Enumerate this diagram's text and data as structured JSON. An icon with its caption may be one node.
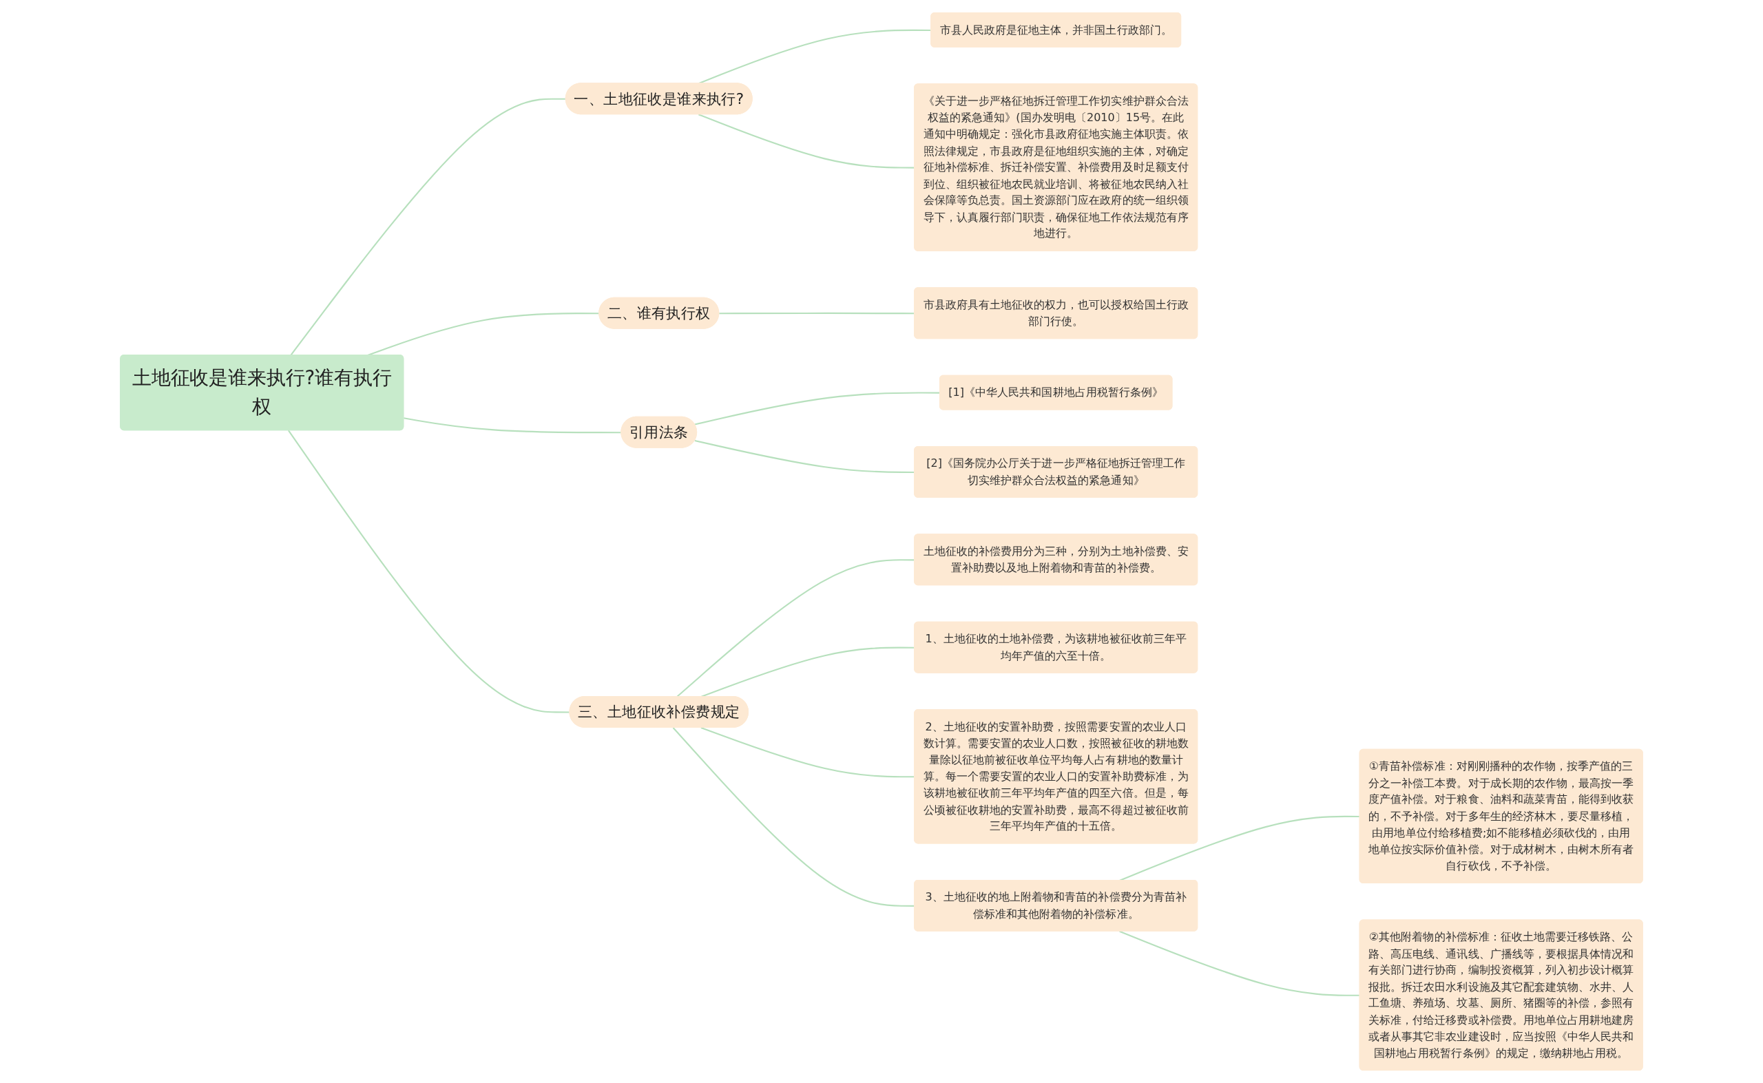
{
  "diagram": {
    "nodes": [
      {
        "text": [
          "土地征收是谁来执行?谁有执行权"
        ]
      },
      {
        "text": [
          "一、土地征收是谁来执行?"
        ]
      },
      {
        "text": [
          "市县人民政府是征地主体，并非国土行政部门。"
        ]
      },
      {
        "text": [
          "《关于进一步严格征地拆迁管理工作切实维护群众合法权益的紧急通知》(国办发明电〔2010〕15号。在此通知中明确规定：强化市县政府征地实施主体职责。依照法律规定，市县政府是征地组织实施的主体，对确定征地补偿标准、拆迁补偿安置、补偿费用及时足额支付到位、组织被征地农民就业培训、将被征地农民纳入社会保障等负总责。国土资源部门应在政府的统一组织领导下，认真履行部门职责，确保征地工作依法规范有序地进行。"
        ]
      },
      {
        "text": [
          "二、谁有执行权"
        ]
      },
      {
        "text": [
          "市县政府具有土地征收的权力，也可以授权给国土行政部门行使。"
        ]
      },
      {
        "text": [
          "引用法条"
        ]
      },
      {
        "text": [
          "[1]《中华人民共和国耕地占用税暂行条例》"
        ]
      },
      {
        "text": [
          "[2]《国务院办公厅关于进一步严格征地拆迁管理工作切实维护群众合法权益的紧急通知》"
        ]
      },
      {
        "text": [
          "三、土地征收补偿费规定"
        ]
      },
      {
        "text": [
          "土地征收的补偿费用分为三种，分别为土地补偿费、安置补助费以及地上附着物和青苗的补偿费。"
        ]
      },
      {
        "text": [
          "1、土地征收的土地补偿费，为该耕地被征收前三年平均年产值的六至十倍。"
        ]
      },
      {
        "text": [
          "2、土地征收的安置补助费，按照需要安置的农业人口数计算。需要安置的农业人口数，按照被征收的耕地数量除以征地前被征收单位平均每人占有耕地的数量计算。每一个需要安置的农业人口的安置补助费标准，为该耕地被征收前三年平均年产值的四至六倍。但是，每公顷被征收耕地的安置补助费，最高不得超过被征收前三年平均年产值的十五倍。"
        ]
      },
      {
        "text": [
          "3、土地征收的地上附着物和青苗的补偿费分为青苗补偿标准和其他附着物的补偿标准。"
        ]
      },
      {
        "text": [
          "①青苗补偿标准：对刚刚播种的农作物，按季产值的三分之一补偿工本费。对于成长期的农作物，最高按一季度产值补偿。对于粮食、油料和蔬菜青苗，能得到收获的，不予补偿。对于多年生的经济林木，要尽量移植，由用地单位付给移植费;如不能移植必须砍伐的，由用地单位按实际价值补偿。对于成材树木，由树木所有者自行砍伐，不予补偿。"
        ]
      },
      {
        "text": [
          "②其他附着物的补偿标准：征收土地需要迁移铁路、公路、高压电线、通讯线、广播线等，要根据具体情况和有关部门进行协商，编制投资概算，列入初步设计概算报批。拆迁农田水利设施及其它配套建筑物、水井、人工鱼塘、养殖场、坟墓、厕所、猪圈等的补偿，参照有关标准，付给迁移费或补偿费。用地单位占用耕地建房或者从事其它非农业建设时，应当按照《中华人民共和国耕地占用税暂行条例》的规定，缴纳耕地占用税。"
        ]
      }
    ],
    "edges": [
      {
        "from": 0,
        "to": 1,
        "arrow": "none"
      },
      {
        "from": 1,
        "to": 2,
        "arrow": "none"
      },
      {
        "from": 1,
        "to": 3,
        "arrow": "none"
      },
      {
        "from": 0,
        "to": 4,
        "arrow": "none"
      },
      {
        "from": 4,
        "to": 5,
        "arrow": "none"
      },
      {
        "from": 0,
        "to": 6,
        "arrow": "none"
      },
      {
        "from": 6,
        "to": 7,
        "arrow": "none"
      },
      {
        "from": 6,
        "to": 8,
        "arrow": "none"
      },
      {
        "from": 0,
        "to": 9,
        "arrow": "none"
      },
      {
        "from": 9,
        "to": 10,
        "arrow": "none"
      },
      {
        "from": 9,
        "to": 11,
        "arrow": "none"
      },
      {
        "from": 9,
        "to": 12,
        "arrow": "none"
      },
      {
        "from": 9,
        "to": 13,
        "arrow": "none"
      },
      {
        "from": 13,
        "to": 14,
        "arrow": "none"
      },
      {
        "from": 13,
        "to": 15,
        "arrow": "none"
      }
    ]
  }
}
